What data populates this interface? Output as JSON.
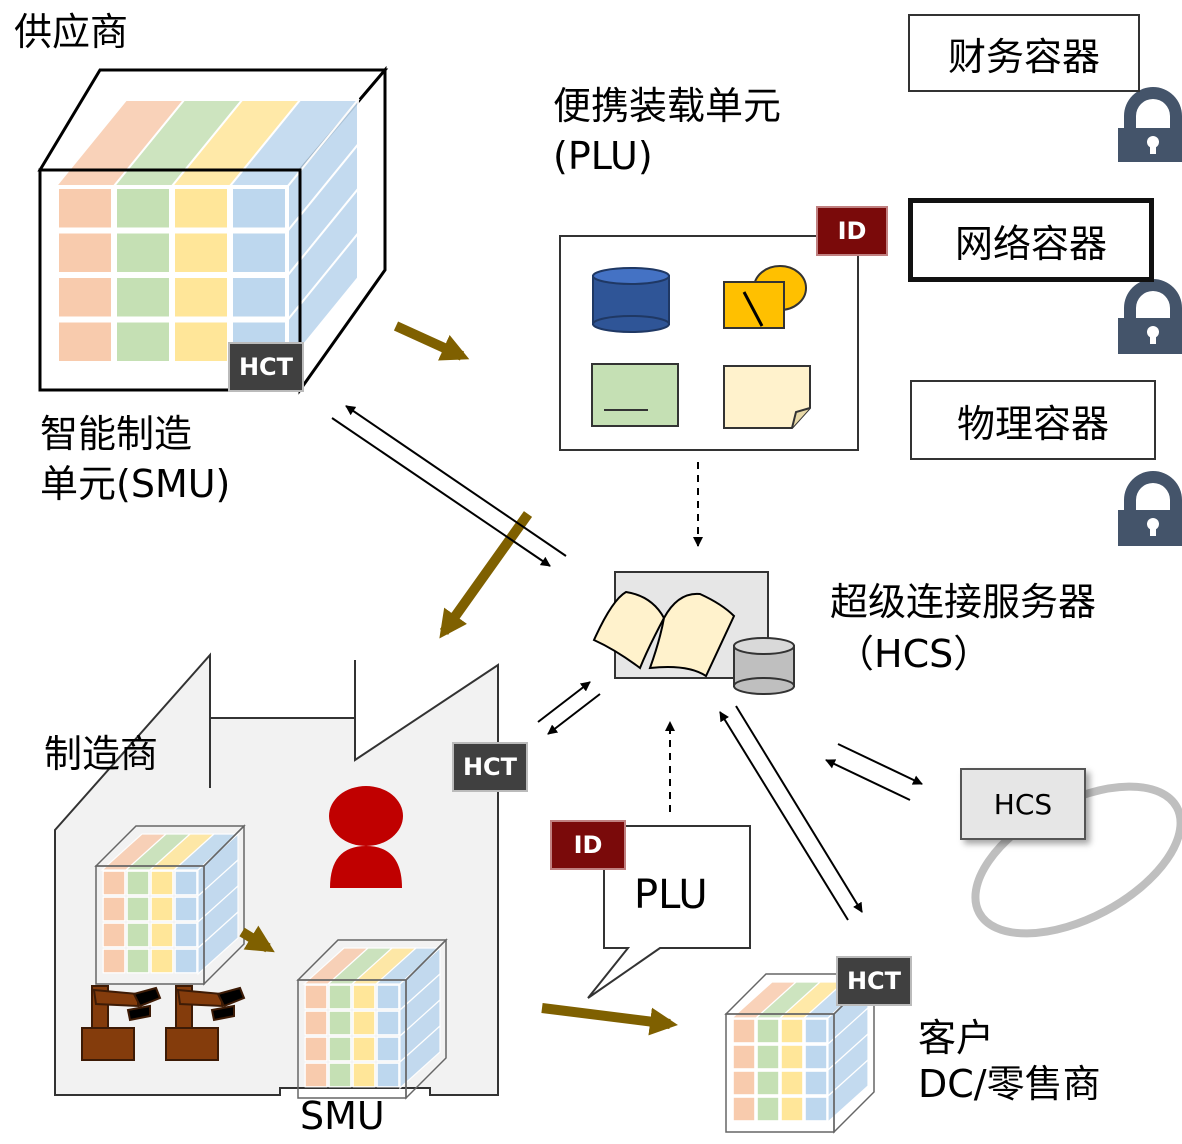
{
  "labels": {
    "supplier": "供应商",
    "smu_title_line1": "智能制造",
    "smu_title_line2": "单元(SMU)",
    "plu_title_line1": "便携装载单元",
    "plu_title_line2": "(PLU)",
    "hcs_title_line1": "超级连接服务器",
    "hcs_title_line2": "（HCS）",
    "manufacturer": "制造商",
    "smu_bottom": "SMU",
    "customer_line1": "客户",
    "customer_line2": "DC/零售商"
  },
  "containers": {
    "financial": "财务容器",
    "network": "网络容器",
    "physical": "物理容器"
  },
  "tags": {
    "hct": "HCT",
    "id": "ID",
    "plu_bubble": "PLU",
    "hcs_remote": "HCS"
  },
  "colors": {
    "orange_box": "#f8cbad",
    "green_box": "#c5e0b4",
    "yellow_box": "#ffe699",
    "blue_box": "#bdd7ee",
    "flow_arrow": "#7f6000",
    "lock": "#44546a",
    "hct_tag": "#404040",
    "id_tag": "#7a0a0a",
    "person": "#c00000",
    "robot": "#843c0c",
    "database_blue": "#2f5597"
  }
}
